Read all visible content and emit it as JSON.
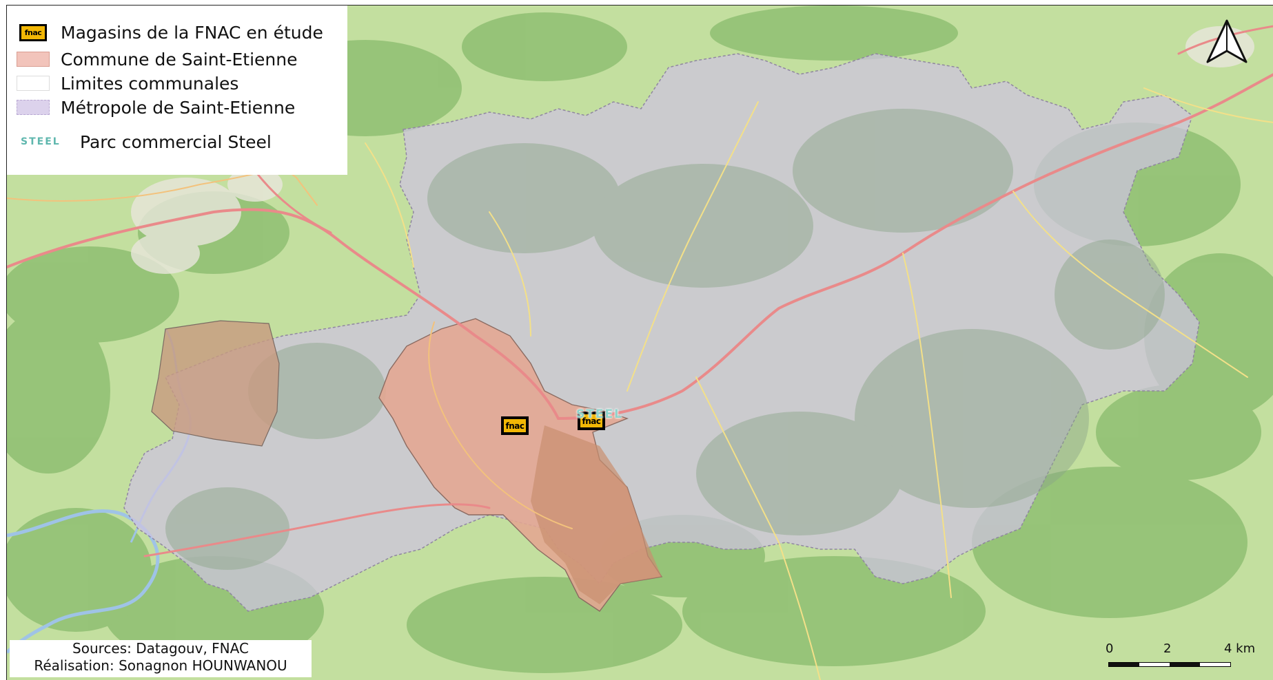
{
  "legend": {
    "items": [
      {
        "label": "Magasins de la FNAC en étude",
        "symbol": "fnac-logo-icon",
        "symbol_text": "fnac",
        "color": "#f2b705"
      },
      {
        "label": "Commune de Saint-Etienne",
        "symbol": "fill-swatch",
        "color": "#f2c4bb"
      },
      {
        "label": "Limites communales",
        "symbol": "outline-swatch",
        "color": "#ffffff"
      },
      {
        "label": "Métropole de Saint-Etienne",
        "symbol": "fill-swatch",
        "color": "#dcd2ec"
      },
      {
        "label": "Parc commercial Steel",
        "symbol": "steel-logo-icon",
        "symbol_text": "STEEL",
        "color": "#5fb7ae"
      }
    ]
  },
  "sources": {
    "line1": "Sources: Datagouv, FNAC",
    "line2": "Réalisation: Sonagnon HOUNWANOU"
  },
  "scale_bar": {
    "labels": [
      "0",
      "2",
      "4 km"
    ]
  },
  "map": {
    "markers": [
      {
        "type": "fnac",
        "text": "fnac"
      },
      {
        "type": "fnac",
        "text": "fnac"
      },
      {
        "type": "steel",
        "text": "STEEL"
      }
    ],
    "colors": {
      "base_green": "#b9d99a",
      "forest": "#8fbf76",
      "metropole": "#cfc4e0",
      "commune": "#e8a48f",
      "roads": "#e98a8a",
      "water": "#9fc3e6"
    }
  }
}
